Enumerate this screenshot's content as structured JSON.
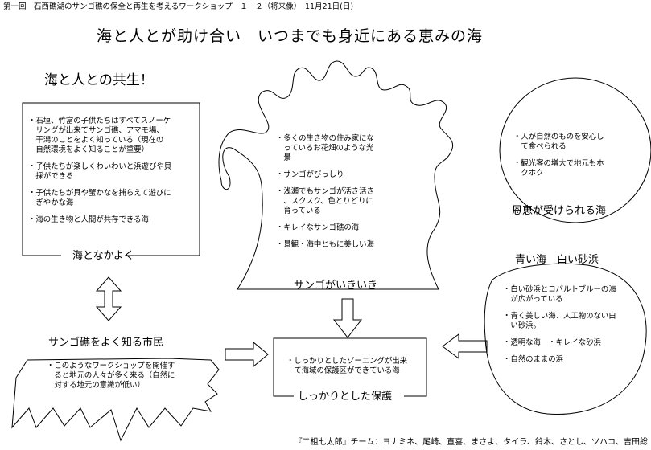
{
  "header": {
    "text": "第一回　石西礁湖のサンゴ礁の保全と再生を考えるワークショップ　１－２（将来像）　11月21日(日)"
  },
  "main_title": "海と人とが助け合い　いつまでも身近にある恵みの海",
  "kyousei_label": "海と人との共生！",
  "umi_to_naka_yoku": {
    "title": "海となかよく",
    "items": [
      "・石垣、竹富の子供たちはすべてスノーケ\n　リングが出来てサンゴ礁、アマモ場、\n　干潟のことをよく知っている（現在の\n　自然環境をよく知ることが重要）",
      "・子供たちが楽しくわいわいと浜遊びや貝\n　採ができる",
      "・子供たちが貝や蟹かなを捕らえて遊びに\n　ぎやかな海",
      "・海の生き物と人間が共存できる海"
    ]
  },
  "sango_ikiiki": {
    "title": "サンゴがいきいき",
    "items": [
      "・多くの生き物の住み家にな\n　っているお花畑のような光\n　景",
      "・サンゴがびっしり",
      "・浅瀬でもサンゴが活き活き\n　、スクスク、色とりどりに\n　育っている",
      "・キレイなサンゴ礁の海",
      "・景観・海中ともに美しい海"
    ]
  },
  "onkei": {
    "title": "恩恵が受けられる海",
    "items": [
      "・人が自然のものを安心し\n　て食べられる",
      "・観光客の増大で地元もホ\n　クホク"
    ]
  },
  "aoi_umi": {
    "title": "青い海　白い砂浜",
    "items": [
      "・白い砂浜とコバルトブルーの海\n　が広がっている",
      "・青く美しい海、人工物のない白\n　い砂浜。",
      "・透明な海　・キレイな砂浜",
      "・自然のままの浜"
    ]
  },
  "shimin": {
    "title": "サンゴ礁をよく知る市民",
    "items": [
      "・このようなワークショップを開催す\n　ると地元の人々が多く来る（自然に\n　対する地元の意識が低い）"
    ]
  },
  "hogo": {
    "title": "しっかりとした保護",
    "items": [
      "・しっかりとしたゾーニングが出来\n　て海域の保護区ができている海"
    ]
  },
  "footer": "『二柤七太郎』チーム：ヨナミネ、尾崎、直喜、まさよ、タイラ、鈴木、さとし、ツハコ、吉田総"
}
